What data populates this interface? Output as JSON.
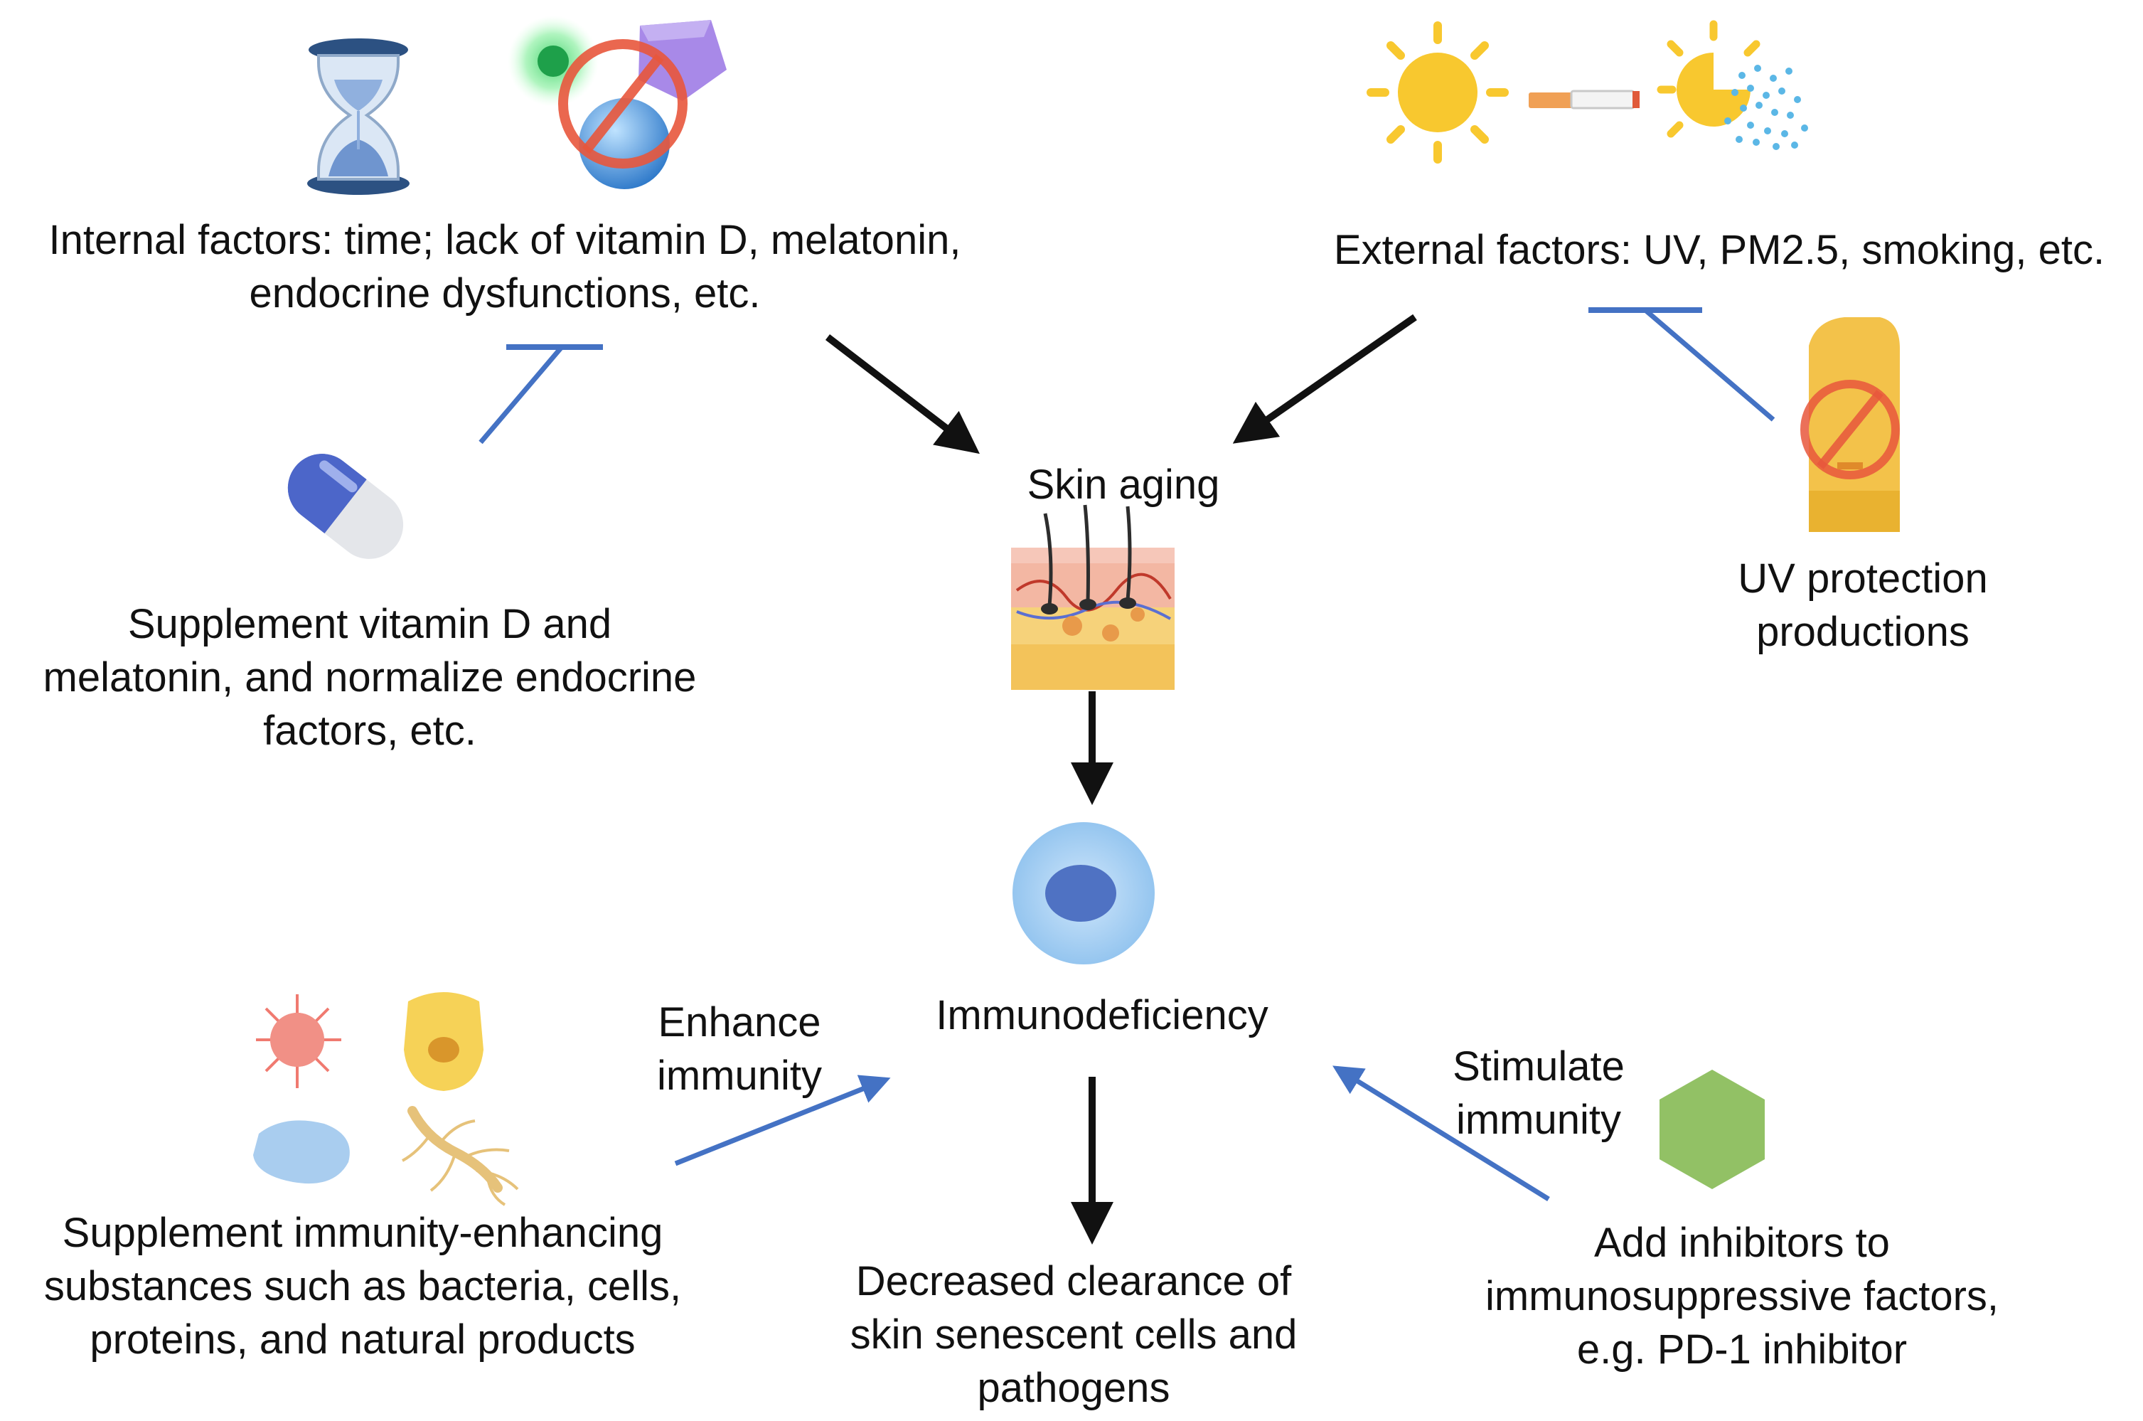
{
  "nodes": {
    "internal_factors": {
      "lines": [
        "Internal factors: time; lack of vitamin D, melatonin,",
        "endocrine dysfunctions, etc."
      ]
    },
    "external_factors": {
      "lines": [
        "External factors: UV, PM2.5, smoking, etc."
      ]
    },
    "supplement_vitamin": {
      "lines": [
        "Supplement vitamin D and",
        "melatonin, and normalize endocrine",
        "factors, etc."
      ]
    },
    "uv_protection": {
      "lines": [
        "UV protection",
        "productions"
      ]
    },
    "skin_aging": {
      "label": "Skin aging"
    },
    "immunodeficiency": {
      "label": "Immunodeficiency"
    },
    "enhance_immunity": {
      "lines": [
        "Enhance",
        "immunity"
      ]
    },
    "stimulate_immunity": {
      "lines": [
        "Stimulate",
        "immunity"
      ]
    },
    "supplement_immunity": {
      "lines": [
        "Supplement immunity-enhancing",
        "substances such as bacteria, cells,",
        "proteins, and natural products"
      ]
    },
    "decreased_clearance": {
      "lines": [
        "Decreased clearance of",
        "skin senescent cells and",
        "pathogens"
      ]
    },
    "add_inhibitors": {
      "lines": [
        "Add inhibitors to",
        "immunosuppressive factors,",
        "e.g. PD-1 inhibitor"
      ]
    }
  },
  "icons": [
    "hourglass-icon",
    "cell-icon",
    "prohibition-icon",
    "crystal-icon",
    "sphere-icon",
    "sun-icon",
    "cigarette-icon",
    "particulate-sun-icon",
    "capsule-icon",
    "sunscreen-icon",
    "skin-layer-icon",
    "immune-cell-icon",
    "bacterium-icon",
    "yellow-cell-icon",
    "protein-icon",
    "ginseng-root-icon",
    "green-hexagon-icon"
  ],
  "colors": {
    "cause_arrow": "#111111",
    "intervention_arrow": "#4472c4",
    "prohibition": "#e8573c"
  }
}
